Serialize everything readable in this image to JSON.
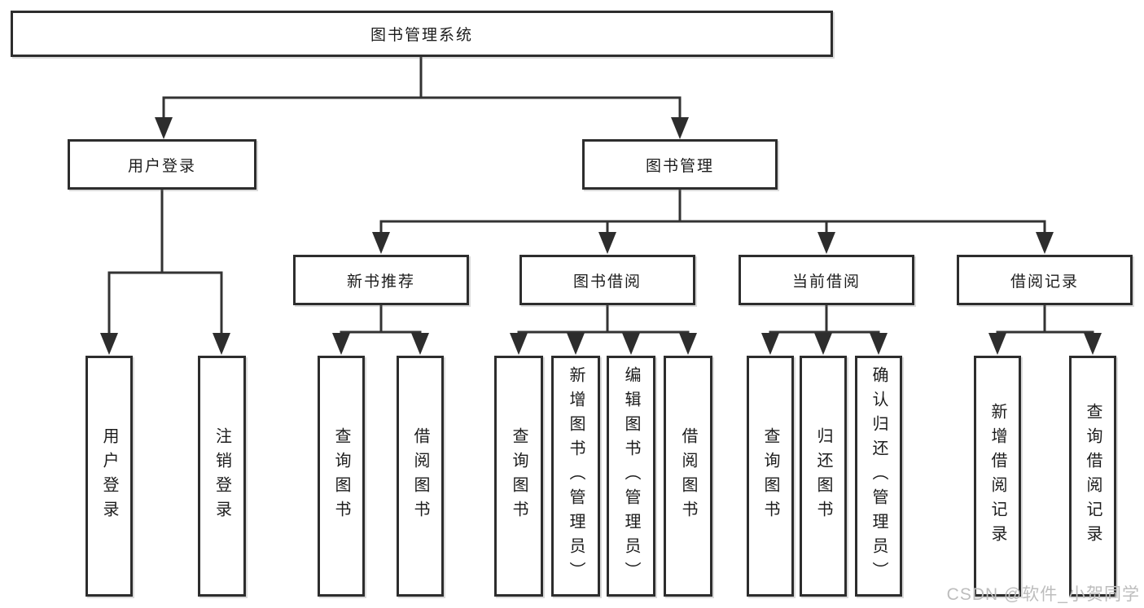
{
  "tree": {
    "root": {
      "label": "图书管理系统",
      "children": [
        {
          "label": "用户登录",
          "children": [
            {
              "label": "用户登录"
            },
            {
              "label": "注销登录"
            }
          ]
        },
        {
          "label": "图书管理",
          "children": [
            {
              "label": "新书推荐",
              "children": [
                {
                  "label": "查询图书"
                },
                {
                  "label": "借阅图书"
                }
              ]
            },
            {
              "label": "图书借阅",
              "children": [
                {
                  "label": "查询图书"
                },
                {
                  "label": "新增图书（管理员）"
                },
                {
                  "label": "编辑图书（管理员）"
                },
                {
                  "label": "借阅图书"
                }
              ]
            },
            {
              "label": "当前借阅",
              "children": [
                {
                  "label": "查询图书"
                },
                {
                  "label": "归还图书"
                },
                {
                  "label": "确认归还（管理员）"
                }
              ]
            },
            {
              "label": "借阅记录",
              "children": [
                {
                  "label": "新增借阅记录"
                },
                {
                  "label": "查询借阅记录"
                }
              ]
            }
          ]
        }
      ]
    }
  },
  "watermark": {
    "text": "CSDN @软件_小贺同学",
    "color": "#bdbdbd"
  },
  "colors": {
    "line": "#333333",
    "box_border": "#2d2d2d",
    "text": "#1c1c1c",
    "background": "#ffffff"
  }
}
